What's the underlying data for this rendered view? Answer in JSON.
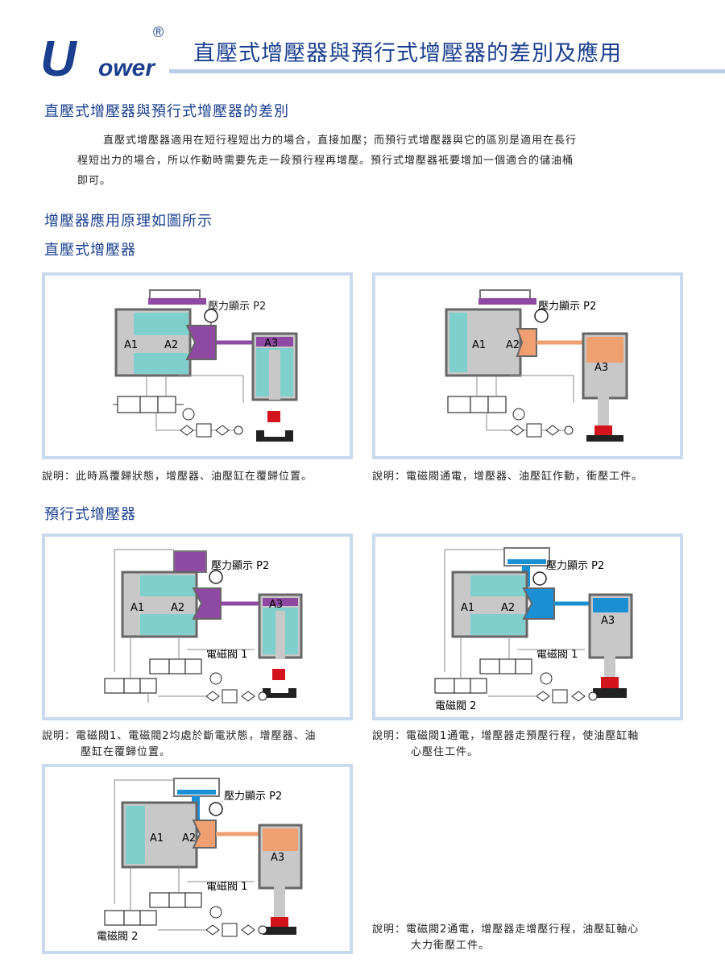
{
  "brand": {
    "logo_u": "U",
    "logo_ower": "ower",
    "logo_reg": "®"
  },
  "title": "直壓式增壓器與預行式增壓器的差別及應用",
  "section1": {
    "heading": "直壓式增壓器與預行式增壓器的差別",
    "paragraph_line1": "直壓式增壓器適用在短行程短出力的場合，直接加壓；而預行式增壓器與它的區別是適用在長行",
    "paragraph_line2": "程短出力的場合，所以作動時需要先走一段預行程再增壓。預行式增壓器衹要增加一個適合的儲油桶",
    "paragraph_line3": "即可。"
  },
  "section2": {
    "heading": "增壓器應用原理如圖所示"
  },
  "direct": {
    "heading": "直壓式增壓器",
    "panel1": {
      "gauge": "壓力顯示 P2",
      "a1": "A1",
      "a2": "A2",
      "a3": "A3"
    },
    "panel2": {
      "gauge": "壓力顯示 P2",
      "a1": "A1",
      "a2": "A2",
      "a3": "A3"
    },
    "caption1": "說明：此時爲覆歸狀態，增壓器、油壓缸在覆歸位置。",
    "caption2": "說明：電磁閥通電，增壓器、油壓缸作動，衝壓工件。"
  },
  "pretravel": {
    "heading": "預行式增壓器",
    "panel3": {
      "gauge": "壓力顯示 P2",
      "a1": "A1",
      "a2": "A2",
      "a3": "A3",
      "valve1": "電磁閥 1"
    },
    "panel4": {
      "gauge": "壓力顯示 P2",
      "a1": "A1",
      "a2": "A2",
      "a3": "A3",
      "valve1": "電磁閥 1",
      "valve2": "電磁閥 2"
    },
    "panel5": {
      "gauge": "壓力顯示 P2",
      "a1": "A1",
      "a2": "A2",
      "a3": "A3",
      "valve1": "電磁閥 1",
      "valve2": "電磁閥 2"
    },
    "caption3_line1": "說明：電磁閥1、電磁閥2均處於斷電狀態，增壓器、油",
    "caption3_line2": "壓缸在覆歸位置。",
    "caption4_line1": "說明：電磁閥1通電，增壓器走預壓行程，使油壓缸軸",
    "caption4_line2": "心壓住工件。",
    "caption5_line1": "說明：電磁閥2通電，增壓器走增壓行程，油壓缸軸心",
    "caption5_line2": "大力衝壓工件。"
  },
  "colors": {
    "accent": "#1a3f8f",
    "panel_border": "#c9d9ee",
    "teal": "#7fd0cc",
    "purple": "#8e4aa3",
    "orange": "#f0a070",
    "blue": "#1a8fd4",
    "red": "#d4141c",
    "grey": "#c8c8c8"
  },
  "icons": [
    "logo-upower",
    "pressure-gauge-icon",
    "solenoid-valve-icon",
    "filter-regulator-icon"
  ]
}
